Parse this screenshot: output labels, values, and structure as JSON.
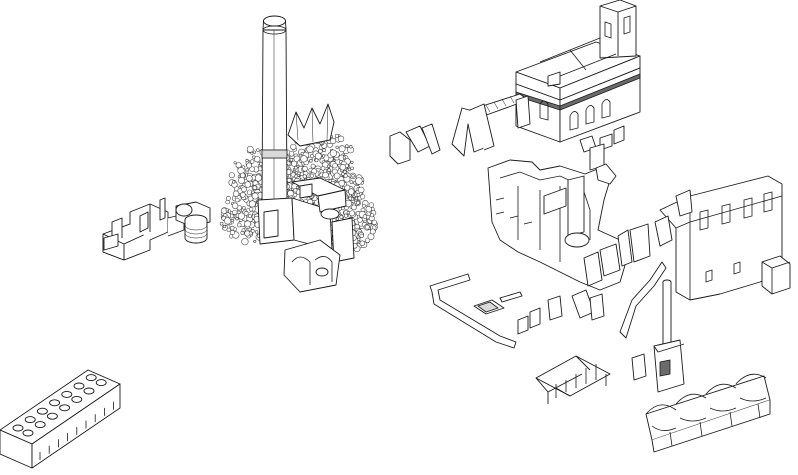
{
  "drawing": {
    "style": "exploded axonometric line drawing",
    "line_color": "#1a1a1a",
    "background_color": "#ffffff",
    "components": [
      {
        "id": "chimney-tower-with-trees",
        "icon": "chimney-icon"
      },
      {
        "id": "small-pump-house",
        "icon": "pump-house-icon"
      },
      {
        "id": "storage-tank",
        "icon": "tank-icon"
      },
      {
        "id": "tower-hall-building",
        "icon": "building-icon"
      },
      {
        "id": "ruined-hall-walls",
        "icon": "ruin-icon"
      },
      {
        "id": "long-wing-ruin",
        "icon": "ruin-icon"
      },
      {
        "id": "small-chimney",
        "icon": "chimney-icon"
      },
      {
        "id": "shed-roof",
        "icon": "roof-icon"
      },
      {
        "id": "vaulted-arches",
        "icon": "vault-icon"
      },
      {
        "id": "perforated-block",
        "icon": "block-icon"
      },
      {
        "id": "wall-fragments",
        "icon": "fragment-icon"
      },
      {
        "id": "pipe-frame",
        "icon": "frame-icon"
      }
    ]
  }
}
